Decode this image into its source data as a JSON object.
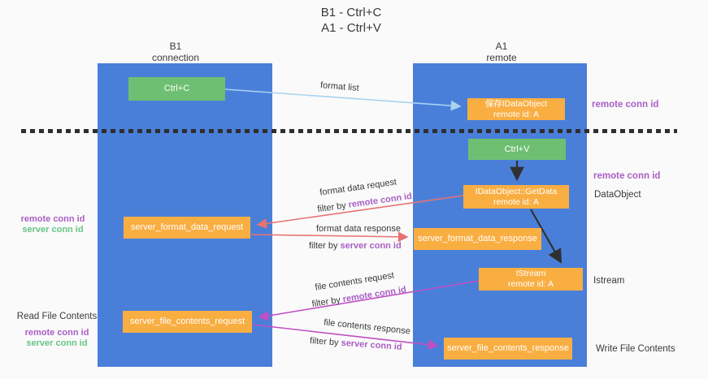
{
  "title": {
    "line1": "B1 - Ctrl+C",
    "line2": "A1 - Ctrl+V"
  },
  "columns": {
    "left": {
      "name": "B1",
      "subtitle": "connection"
    },
    "right": {
      "name": "A1",
      "subtitle": "remote"
    }
  },
  "nodes": {
    "ctrl_c": {
      "label": "Ctrl+C"
    },
    "ctrl_v": {
      "label": "Ctrl+V"
    },
    "save_idataobject": {
      "line1": "保存IDataObject",
      "line2": "remote id: A"
    },
    "getdata": {
      "line1": "IDataObject::GetData",
      "line2": "remote id: A"
    },
    "istream": {
      "line1": "IStream",
      "line2": "remote id: A"
    },
    "format_request": {
      "label": "server_format_data_request"
    },
    "format_response": {
      "label": "server_format_data_response"
    },
    "file_request": {
      "label": "server_file_contents_request"
    },
    "file_response": {
      "label": "server_file_contents_response"
    }
  },
  "edges": {
    "format_list": {
      "label": "format list"
    },
    "format_data_request": {
      "label": "format data request",
      "filter_prefix": "filter by ",
      "filter_key": "remote conn id"
    },
    "format_data_response": {
      "label": "format data response",
      "filter_prefix": "filter by ",
      "filter_key": "server conn id"
    },
    "file_contents_request": {
      "label": "file contents request",
      "filter_prefix": "filter by ",
      "filter_key": "remote conn id"
    },
    "file_contents_response": {
      "label": "file contents response",
      "filter_prefix": "filter by ",
      "filter_key": "server conn id"
    }
  },
  "side_labels": {
    "right_remote_conn_top": "remote conn id",
    "right_remote_conn_mid": "remote conn id",
    "right_dataobject": "DataObject",
    "right_istream": "Istream",
    "right_write_file": "Write File Contents",
    "left_remote_conn_mid": "remote conn id",
    "left_server_conn_mid": "server conn id",
    "left_read_file": "Read File Contents",
    "left_remote_conn_bottom": "remote conn id",
    "left_server_conn_bottom": "server conn id"
  },
  "colors": {
    "background": "#fafafa",
    "lifeline_blue": "#4a7fd9",
    "node_green": "#6fbf72",
    "node_orange": "#f9ae42",
    "arrow_light_blue": "#a9d2f0",
    "arrow_red": "#e87272",
    "arrow_magenta": "#c04fc4",
    "arrow_black": "#303030",
    "text_purple": "#a95fc4",
    "text_green": "#67c486"
  }
}
